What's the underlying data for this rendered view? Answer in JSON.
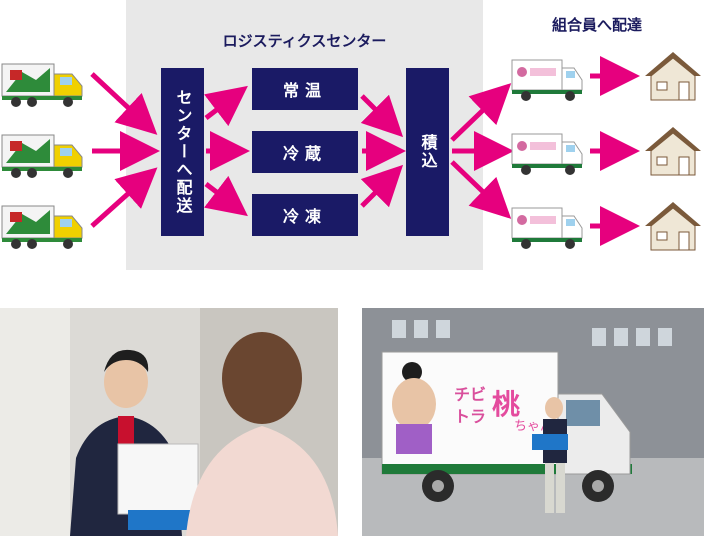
{
  "center_title": "ロジスティクスセンター",
  "members_title": "組合員へ配達",
  "to_center_label": "センターへ配送",
  "storage": [
    "常温",
    "冷蔵",
    "冷凍"
  ],
  "loading_label": "積込",
  "truck_logo": "チビトラ桃ちゃん",
  "colors": {
    "navy": "#1a1a66",
    "arrow": "#e6007e",
    "panel": "#e8e8e8"
  },
  "icons": [
    "supplier-truck-icon",
    "delivery-truck-icon",
    "house-icon"
  ]
}
